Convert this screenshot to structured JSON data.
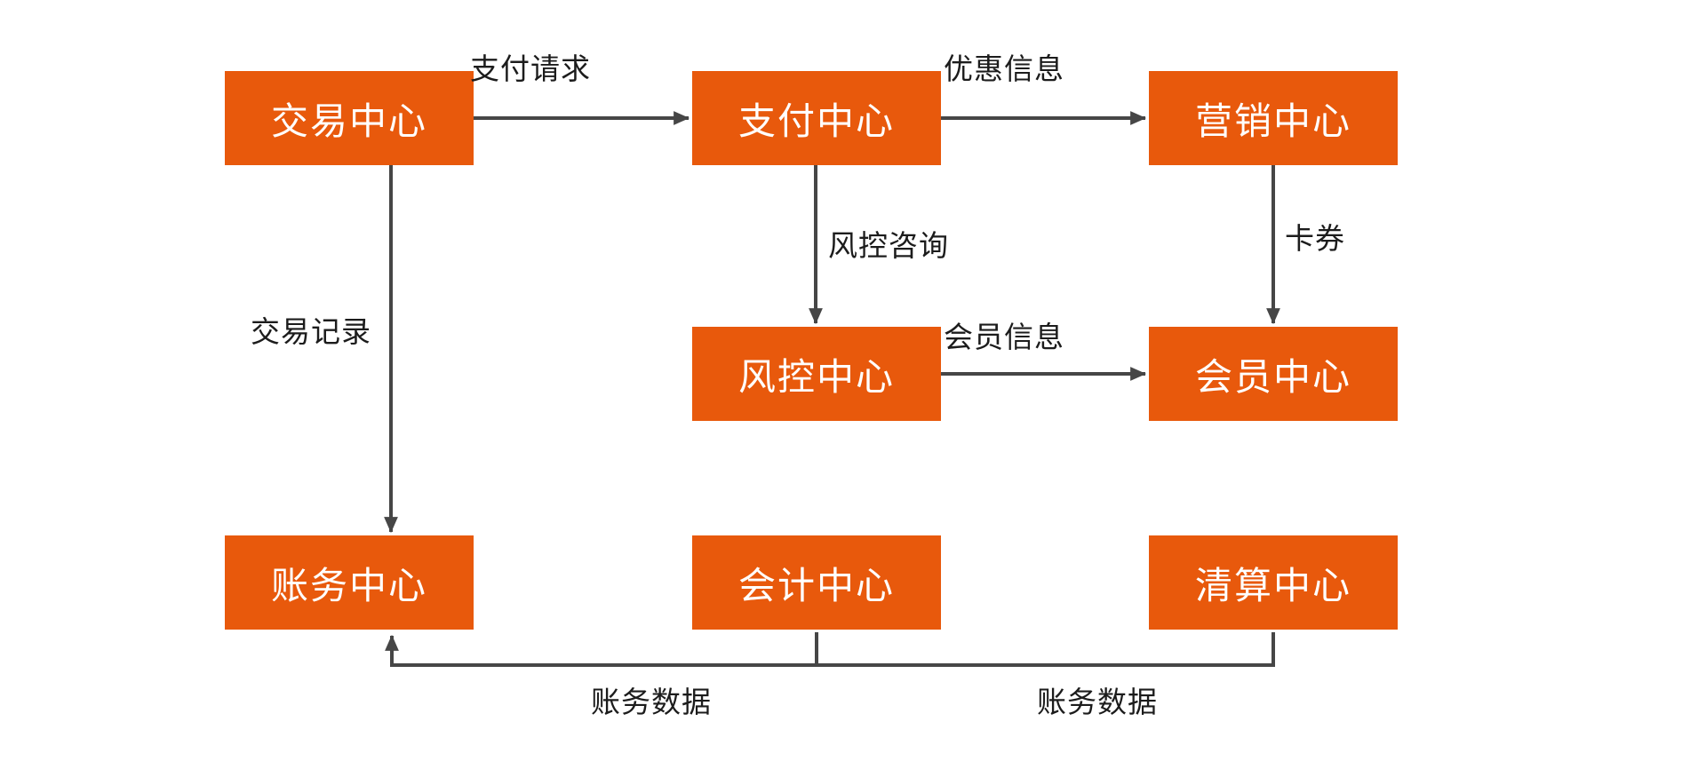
{
  "diagram": {
    "background_color": "#ffffff",
    "node_fill_color": "#e8590c",
    "node_text_color": "#ffffff",
    "arrow_color": "#464646",
    "edge_label_color": "#1c1c1c",
    "nodes": [
      {
        "id": "trade-center",
        "label": "交易中心"
      },
      {
        "id": "payment-center",
        "label": "支付中心"
      },
      {
        "id": "marketing-center",
        "label": "营销中心"
      },
      {
        "id": "risk-center",
        "label": "风控中心"
      },
      {
        "id": "member-center",
        "label": "会员中心"
      },
      {
        "id": "billing-center",
        "label": "账务中心"
      },
      {
        "id": "accounting-center",
        "label": "会计中心"
      },
      {
        "id": "clearing-center",
        "label": "清算中心"
      }
    ],
    "edges": [
      {
        "from": "交易中心",
        "to": "支付中心",
        "label": "支付请求"
      },
      {
        "from": "支付中心",
        "to": "营销中心",
        "label": "优惠信息"
      },
      {
        "from": "支付中心",
        "to": "风控中心",
        "label": "风控咨询"
      },
      {
        "from": "营销中心",
        "to": "会员中心",
        "label": "卡券"
      },
      {
        "from": "风控中心",
        "to": "会员中心",
        "label": "会员信息"
      },
      {
        "from": "交易中心",
        "to": "账务中心",
        "label": "交易记录"
      },
      {
        "from": "会计中心",
        "to": "账务中心",
        "label": "账务数据"
      },
      {
        "from": "清算中心",
        "to": "账务中心",
        "label": "账务数据"
      }
    ]
  }
}
